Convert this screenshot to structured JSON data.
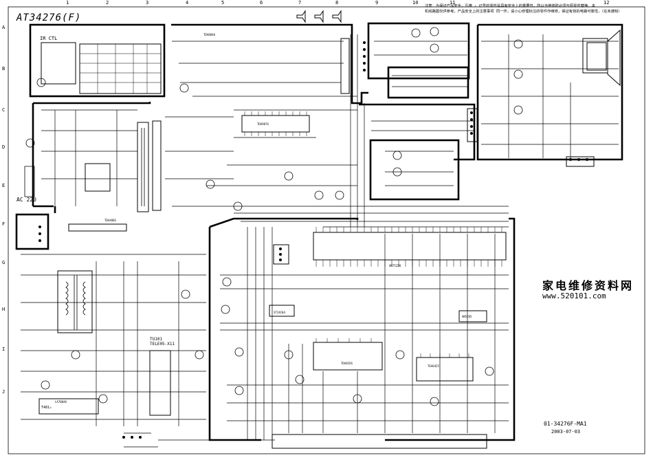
{
  "diagram": {
    "title": "AT34276(F)",
    "notice_line1": "注意：为保证产品安全，凡带 ⚠ 记号的零件是具有安全上的重要性，所以当维修时必须与原零件替换。本",
    "notice_line2": "机线路图仅供参考。产品安全上的注意事项 同一作，请小心修理标注的零件作维修，保证有效的电路可靠性，（在未通知）",
    "watermark": "家电维修资料网",
    "watermark_url": "www.520101.com",
    "drawing_code": "01-34276F-MA1",
    "date": "2003-07-03",
    "ac_label": "AC 220",
    "ir_label": "IR CTL",
    "tuner_label": [
      "TU101",
      "TELE05-X11"
    ],
    "column_numbers": [
      "1",
      "2",
      "3",
      "4",
      "5",
      "6",
      "7",
      "8",
      "9",
      "10",
      "11",
      "12"
    ],
    "row_letters": [
      "A",
      "B",
      "C",
      "D",
      "E",
      "F",
      "G",
      "H",
      "I",
      "J"
    ],
    "ic_labels": [
      "TDA8840",
      "TDA9876",
      "AN7522N",
      "TDA4866",
      "LA78040",
      "TDA8356",
      "TEA6425",
      "ST24C04",
      "AN5265"
    ],
    "warning_symbol": "T481⚠"
  }
}
